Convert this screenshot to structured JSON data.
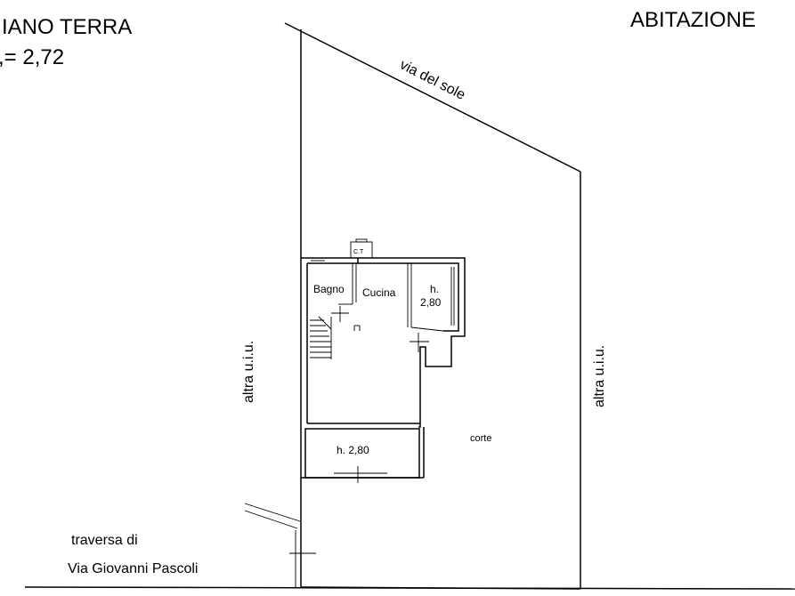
{
  "header": {
    "floor_title": "IANO TERRA",
    "height_label": ",= 2,72",
    "unit_type": "ABITAZIONE"
  },
  "streets": {
    "north": "via del sole",
    "south_line1": "traversa di",
    "south_line2": "Via Giovanni Pascoli"
  },
  "neighbors": {
    "west": "altra u.i.u.",
    "east": "altra u.i.u."
  },
  "rooms": {
    "ct": "C.T",
    "bagno": "Bagno",
    "cucina": "Cucina",
    "room_h_line1": "h.",
    "room_h_line2": "2,80",
    "porch": "h. 2,80",
    "corte": "corte"
  },
  "colors": {
    "ink": "#000000",
    "paper": "#ffffff"
  }
}
